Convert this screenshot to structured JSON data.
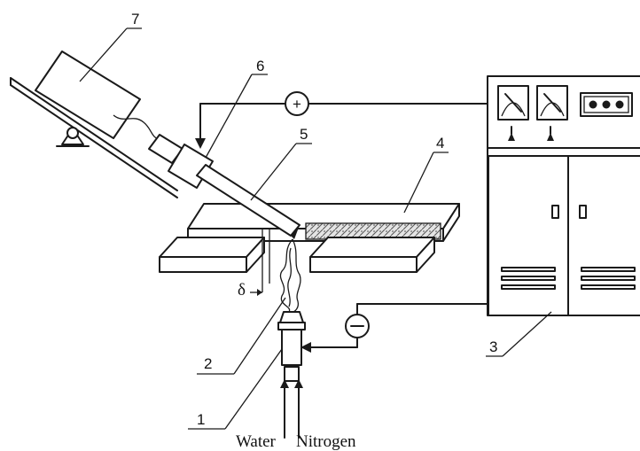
{
  "labels": {
    "one": "1",
    "two": "2",
    "three": "3",
    "four": "4",
    "five": "5",
    "six": "6",
    "seven": "7",
    "delta": "δ"
  },
  "signs": {
    "positive": "+",
    "negative": "−"
  },
  "inputs": {
    "water": "Water",
    "nitrogen": "Nitrogen"
  }
}
